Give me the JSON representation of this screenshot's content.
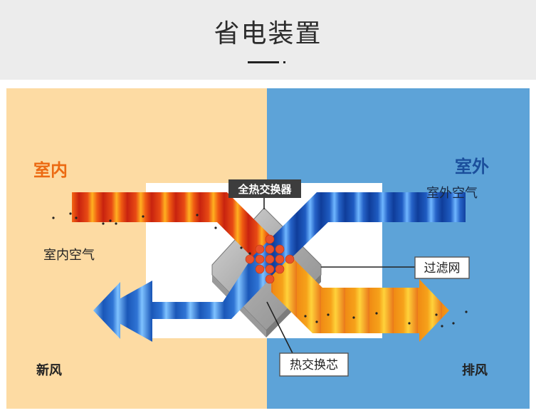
{
  "header": {
    "title": "省电装置"
  },
  "diagram": {
    "indoor_heading": "室内",
    "outdoor_heading": "室外",
    "indoor_air_label": "室内空气",
    "outdoor_air_label": "室外空气",
    "exchanger_label": "全热交换器",
    "filter_label": "过滤网",
    "core_label": "热交换芯",
    "fresh_air_label": "新风",
    "exhaust_label": "排风",
    "colors": {
      "indoor_bg": "#fddba3",
      "outdoor_bg": "#5da3d8",
      "indoor_heading": "#ec6a12",
      "outdoor_heading": "#1b4f9c",
      "hot_stream": "#e23a12",
      "cold_stream": "#1c53b4",
      "core_dots": "#e8512a"
    }
  }
}
